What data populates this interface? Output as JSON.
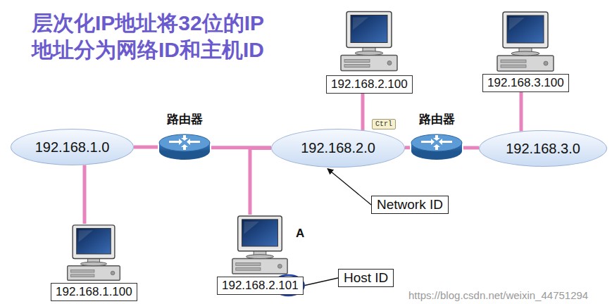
{
  "diagram": {
    "title": "层次化IP地址将32位的IP 地址分为网络ID和主机ID",
    "nodes": [
      {
        "text": [
          "192.168.2.100"
        ]
      },
      {
        "text": [
          "192.168.3.100"
        ]
      },
      {
        "text": [
          "路由器"
        ]
      },
      {
        "text": [
          "路由器"
        ]
      },
      {
        "text": [
          "192.168.1.0"
        ]
      },
      {
        "text": [
          "192.168.2.0"
        ]
      },
      {
        "text": [
          "192.168.3.0"
        ]
      },
      {
        "text": [
          "Network ID"
        ]
      },
      {
        "text": [
          "192.168.2.101"
        ]
      },
      {
        "text": [
          "Host ID"
        ]
      },
      {
        "text": [
          "192.168.1.100"
        ]
      }
    ],
    "edges": [
      {
        "from": 4,
        "to": 2,
        "arrow": "none"
      },
      {
        "from": 2,
        "to": 5,
        "arrow": "none"
      },
      {
        "from": 5,
        "to": 3,
        "arrow": "none"
      },
      {
        "from": 3,
        "to": 6,
        "arrow": "none"
      },
      {
        "from": 4,
        "to": 10,
        "arrow": "none"
      },
      {
        "from": 5,
        "to": 0,
        "arrow": "none"
      },
      {
        "from": 5,
        "to": 8,
        "arrow": "none"
      },
      {
        "from": 6,
        "to": 1,
        "arrow": "none"
      },
      {
        "from": 7,
        "to": 5,
        "arrow": "to"
      },
      {
        "from": 9,
        "to": 8,
        "arrow": "none"
      }
    ],
    "labels": [
      "Ctrl",
      "A",
      "https://blog.csdn.net/weixin_44751294"
    ]
  }
}
